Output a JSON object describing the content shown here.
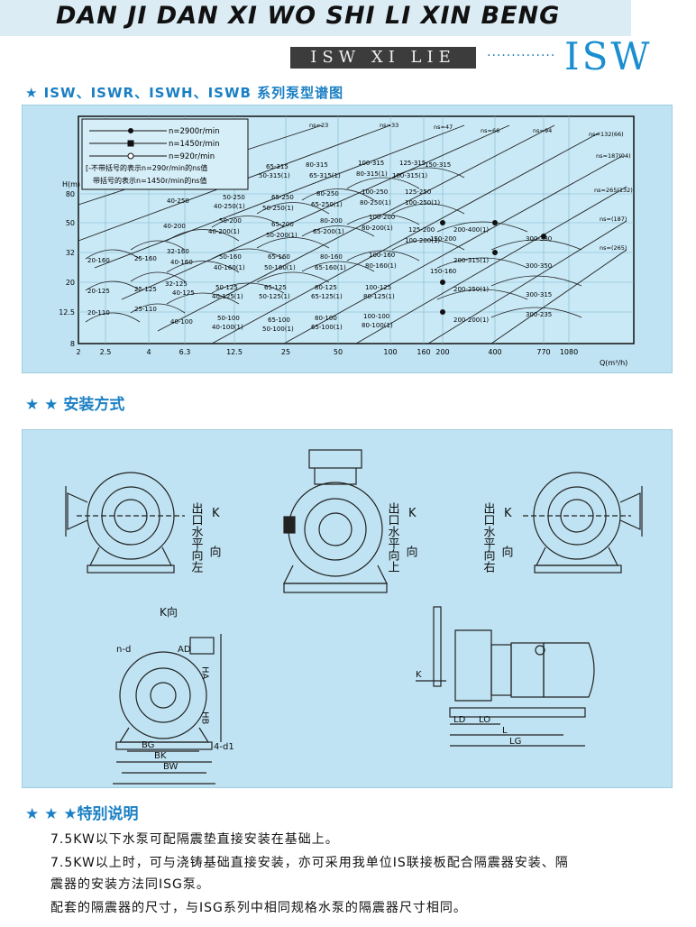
{
  "header": {
    "title": "DAN JI DAN XI WO SHI LI XIN BENG",
    "series_badge": "ISW XI LIE",
    "series_code": "ISW"
  },
  "sections": {
    "chart_heading": "★ ISW、ISWR、ISWH、ISWB 系列泵型谱图",
    "install_heading": "★ ★ 安装方式",
    "notes_heading": "★ ★ ★特别说明"
  },
  "chart": {
    "legend": {
      "line1": "n=2900r/min",
      "line2": "n=1450r/min",
      "line3": "n=920r/min",
      "note1": "[-不带括号的表示n=290r/min的ns值",
      "note2": "带括号的表示n=1450r/min的ns值"
    },
    "y_axis_label": "H(m)",
    "x_axis_label": "Q(m³/h)",
    "y_ticks": [
      "80",
      "50",
      "32",
      "20",
      "12.5",
      "8"
    ],
    "x_ticks": [
      "2",
      "2.5",
      "4",
      "6.3",
      "12.5",
      "25",
      "50",
      "100",
      "160",
      "200",
      "400",
      "770",
      "1080"
    ],
    "ns_labels": [
      "ns=23",
      "ns=33",
      "ns=47",
      "ns=66",
      "ns=94",
      "ns=132(66)",
      "ns=187(94)",
      "ns=265(132)",
      "ns=(187)",
      "ns=(265)"
    ],
    "pump_labels": [
      "65-315",
      "50-315(1)",
      "80-315",
      "65-315(1)",
      "100-315",
      "80-315(1)",
      "125-315",
      "100-315(1)",
      "150-315",
      "40-250",
      "50-250",
      "40-250(1)",
      "65-250",
      "50-250(1)",
      "80-250",
      "65-250(1)",
      "100-250",
      "80-250(1)",
      "125-250",
      "100-250(1)",
      "40-200",
      "50-200",
      "40-200(1)",
      "65-200",
      "50-200(1)",
      "80-200",
      "65-200(1)",
      "100-200",
      "80-200(1)",
      "125-200",
      "100-200(1)",
      "150-200",
      "20-160",
      "25-160",
      "40-160",
      "32-160",
      "50-160",
      "40-160(1)",
      "65-160",
      "50-160(1)",
      "80-160",
      "65-160(1)",
      "100-160",
      "80-160(1)",
      "150-160",
      "20-125",
      "25-125",
      "40-125",
      "32-125",
      "50-125",
      "40-125(1)",
      "65-125",
      "50-125(1)",
      "80-125",
      "65-125(1)",
      "100-125",
      "80-125(1)",
      "20-110",
      "25-110",
      "40-100",
      "50-100",
      "40-100(1)",
      "65-100",
      "50-100(1)",
      "80-100",
      "65-100(1)",
      "100-100",
      "80-100(1)",
      "200-400(1)",
      "300-380",
      "300-350",
      "200-315(1)",
      "300-315",
      "200-250(1)",
      "300-235",
      "200-200(1)"
    ]
  },
  "install": {
    "left_label": "出口水平向左",
    "center_label": "出口水平向上",
    "right_label": "出口水平向右",
    "k_label": "K",
    "k_dir": "向",
    "k_view": "K向",
    "dims_front": [
      "n-d",
      "AD",
      "HA",
      "HB",
      "BG",
      "BK",
      "BW",
      "4-d1"
    ],
    "dims_side": [
      "K",
      "LD",
      "LO",
      "L",
      "LG"
    ]
  },
  "notes": [
    "7.5KW以下水泵可配隔震垫直接安装在基础上。",
    "7.5KW以上时，可与浇铸基础直接安装，亦可采用我单位IS联接板配合隔震器安装、隔",
    "震器的安装方法同ISG泵。",
    "配套的隔震器的尺寸，与ISG系列中相同规格水泵的隔震器尺寸相同。"
  ],
  "colors": {
    "accent": "#1a7fc4",
    "panel": "#bfe3f3",
    "badge": "#3c3c3c"
  }
}
